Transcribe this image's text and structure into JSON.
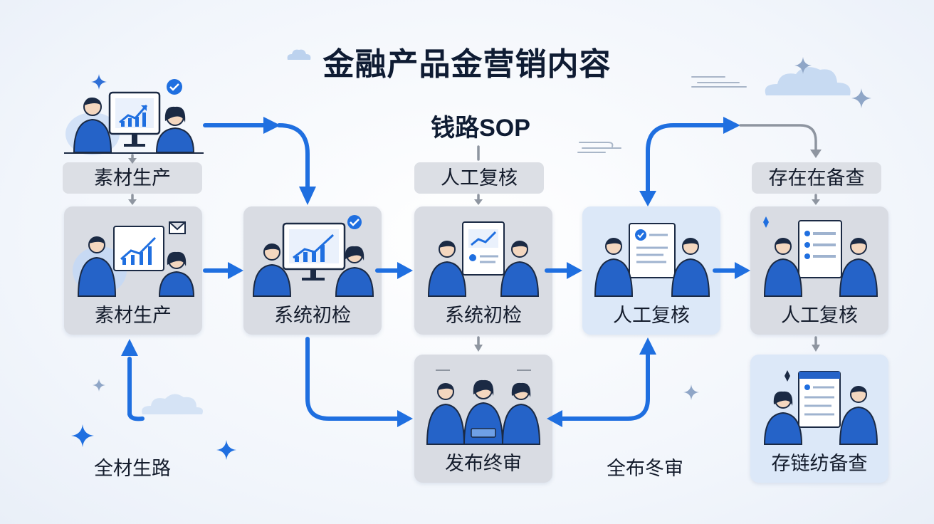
{
  "title": "金融产品金营销内容",
  "subtitle": "钱路SOP",
  "top_labels": {
    "left": "素材生产",
    "middle": "人工复核",
    "right": "存在在备查"
  },
  "cards": {
    "c1": "素材生产",
    "c2": "系统初检",
    "c3": "系统初检",
    "c4": "人工复核",
    "c5": "人工复核",
    "c6": "发布终审",
    "c7": "存链纺备查"
  },
  "free_labels": {
    "bottom_left": "全材生路",
    "bottom_mid": "全布冬审"
  },
  "colors": {
    "arrow_blue": "#1f6fe0",
    "arrow_gray": "#8e95a0",
    "suit_blue": "#2563c8",
    "card_gray": "#d9dce3",
    "card_blue": "#dce8f8"
  }
}
